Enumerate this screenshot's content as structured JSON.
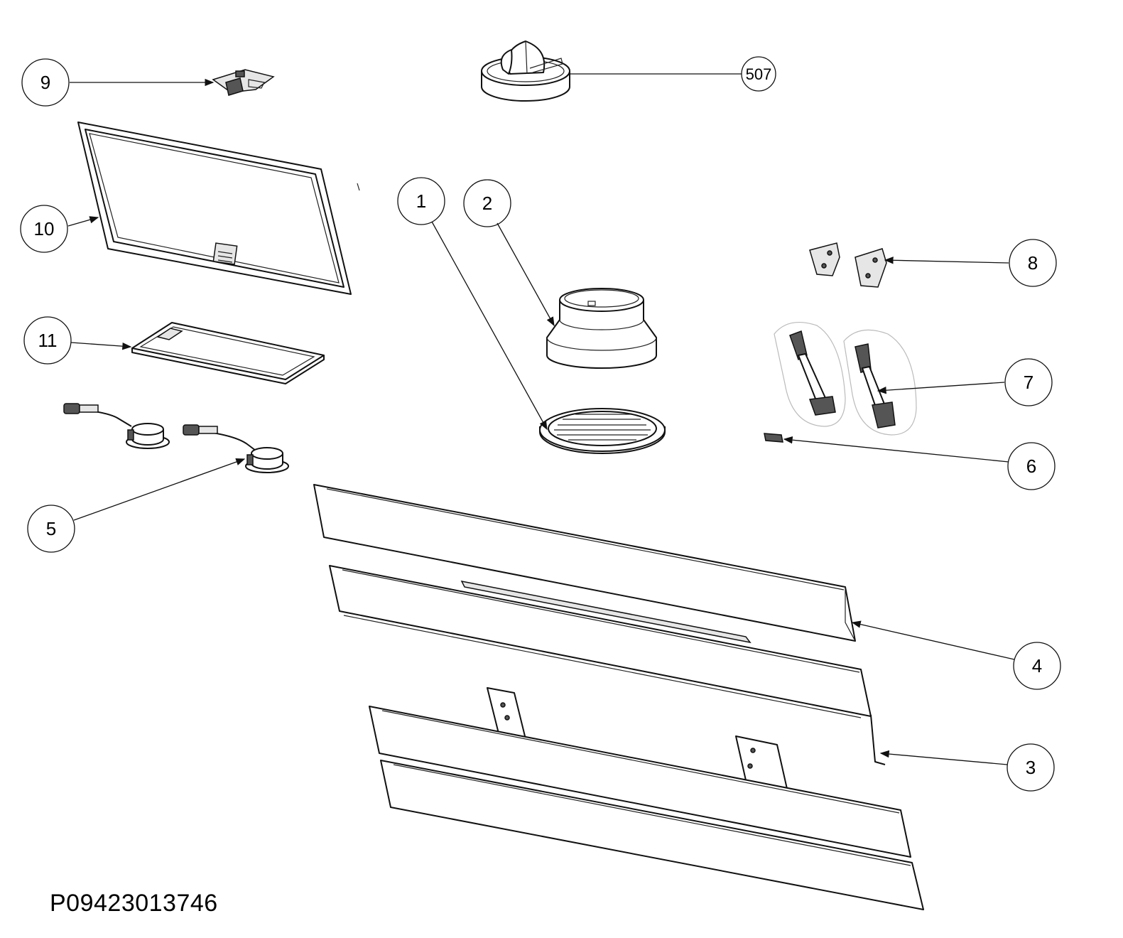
{
  "drawing_code": "P09423013746",
  "callouts": [
    {
      "id": "c9",
      "label": "9"
    },
    {
      "id": "c507",
      "label": "507"
    },
    {
      "id": "c10",
      "label": "10"
    },
    {
      "id": "c1",
      "label": "1"
    },
    {
      "id": "c2",
      "label": "2"
    },
    {
      "id": "c8",
      "label": "8"
    },
    {
      "id": "c11",
      "label": "11"
    },
    {
      "id": "c7",
      "label": "7"
    },
    {
      "id": "c6",
      "label": "6"
    },
    {
      "id": "c5",
      "label": "5"
    },
    {
      "id": "c4",
      "label": "4"
    },
    {
      "id": "c3",
      "label": "3"
    }
  ]
}
